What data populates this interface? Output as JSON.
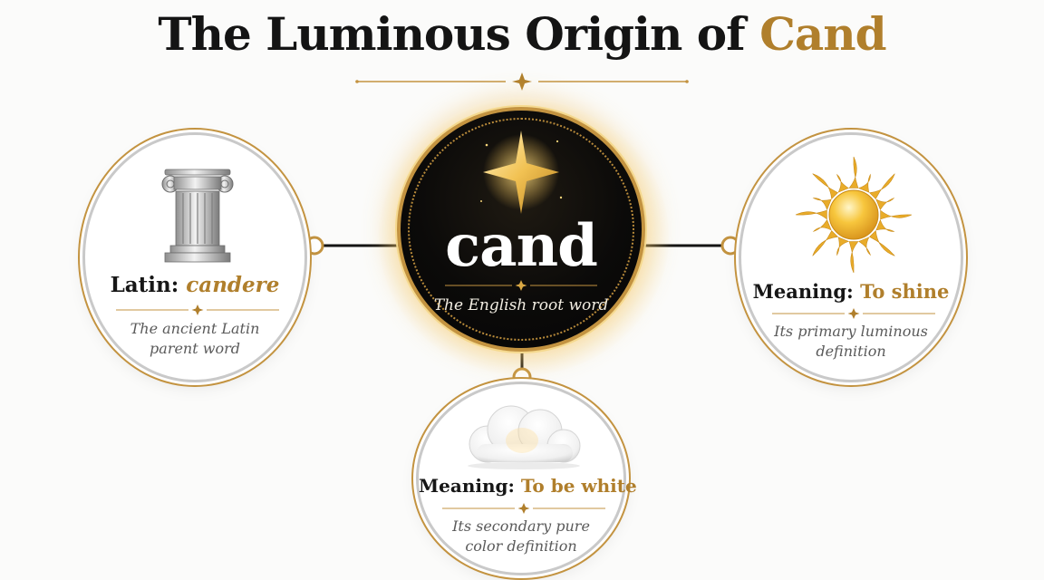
{
  "title": {
    "prefix": "The Luminous Origin of",
    "accent": "Cand"
  },
  "center": {
    "word": "cand",
    "subtitle": "The English root word"
  },
  "nodes": {
    "latin": {
      "key": "Latin:",
      "value": "candere",
      "desc_line1": "The ancient Latin",
      "desc_line2": "parent word",
      "icon": "ionic-column-icon"
    },
    "shine": {
      "key": "Meaning:",
      "value": "To shine",
      "desc_line1": "Its primary luminous",
      "desc_line2": "definition",
      "icon": "sun-icon"
    },
    "white": {
      "key": "Meaning:",
      "value": "To be white",
      "desc_line1": "Its secondary pure",
      "desc_line2": "color definition",
      "icon": "cloud-icon"
    }
  },
  "colors": {
    "gold": "#b07f2c",
    "ring_gold": "#c39340",
    "dark": "#141414",
    "silver": "#c9c9c9"
  }
}
